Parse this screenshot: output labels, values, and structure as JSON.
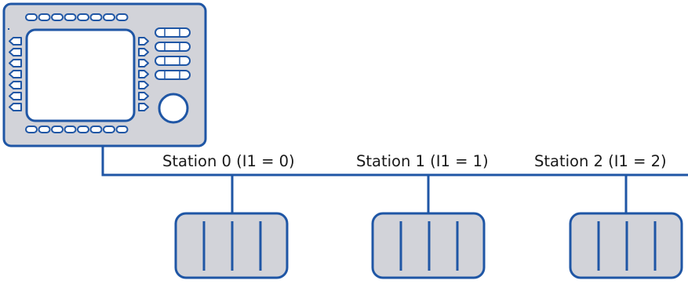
{
  "colors": {
    "line": "#1f56a5",
    "panel_fill": "#d2d3d9",
    "screen_fill": "#ffffff",
    "button_fill": "#ffffff",
    "indicator": "#1f56a5"
  },
  "hmi": {
    "top_keys": 8,
    "bottom_keys": 8,
    "left_softkeys": 7,
    "right_softkeys": 7,
    "side_keys": 4
  },
  "stations": [
    {
      "label": "Station 0 (I1 = 0)"
    },
    {
      "label": "Station 1 (I1 = 1)"
    },
    {
      "label": "Station 2 (I1 = 2)"
    }
  ]
}
